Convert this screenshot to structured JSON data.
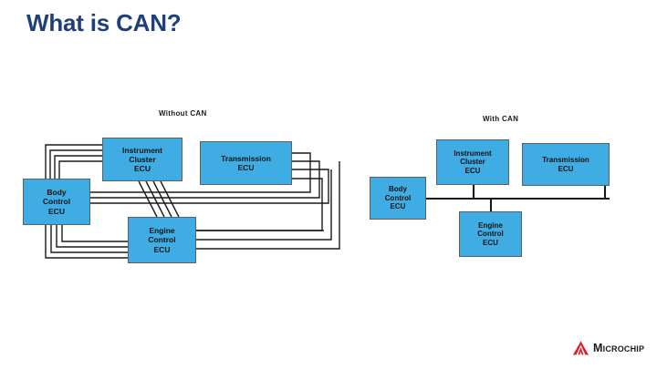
{
  "slide": {
    "title": "What is CAN?",
    "title_color": "#1F3E7C",
    "background": "#ffffff"
  },
  "theme": {
    "ecu_fill": "#3FADE3",
    "ecu_border": "#5C6066",
    "wire_color": "#1a1a1a"
  },
  "diagrams": [
    {
      "id": "without-can",
      "caption": "Without CAN",
      "nodes": [
        {
          "id": "body",
          "lines": [
            "Body",
            "Control",
            "ECU"
          ]
        },
        {
          "id": "instrument",
          "lines": [
            "Instrument",
            "Cluster",
            "ECU"
          ]
        },
        {
          "id": "transmission",
          "lines": [
            "Transmission",
            "ECU"
          ]
        },
        {
          "id": "engine",
          "lines": [
            "Engine",
            "Control",
            "ECU"
          ]
        }
      ],
      "topology": "point-to-point-wiring-harness"
    },
    {
      "id": "with-can",
      "caption": "With CAN",
      "nodes": [
        {
          "id": "body",
          "lines": [
            "Body",
            "Control",
            "ECU"
          ]
        },
        {
          "id": "instrument",
          "lines": [
            "Instrument",
            "Cluster",
            "ECU"
          ]
        },
        {
          "id": "transmission",
          "lines": [
            "Transmission",
            "ECU"
          ]
        },
        {
          "id": "engine",
          "lines": [
            "Engine",
            "Control",
            "ECU"
          ]
        }
      ],
      "topology": "single-shared-bus"
    }
  ],
  "logo": {
    "wordmark": "Microchip",
    "mark_color": "#E01F26",
    "wordmark_color": "#1a1a1a"
  }
}
